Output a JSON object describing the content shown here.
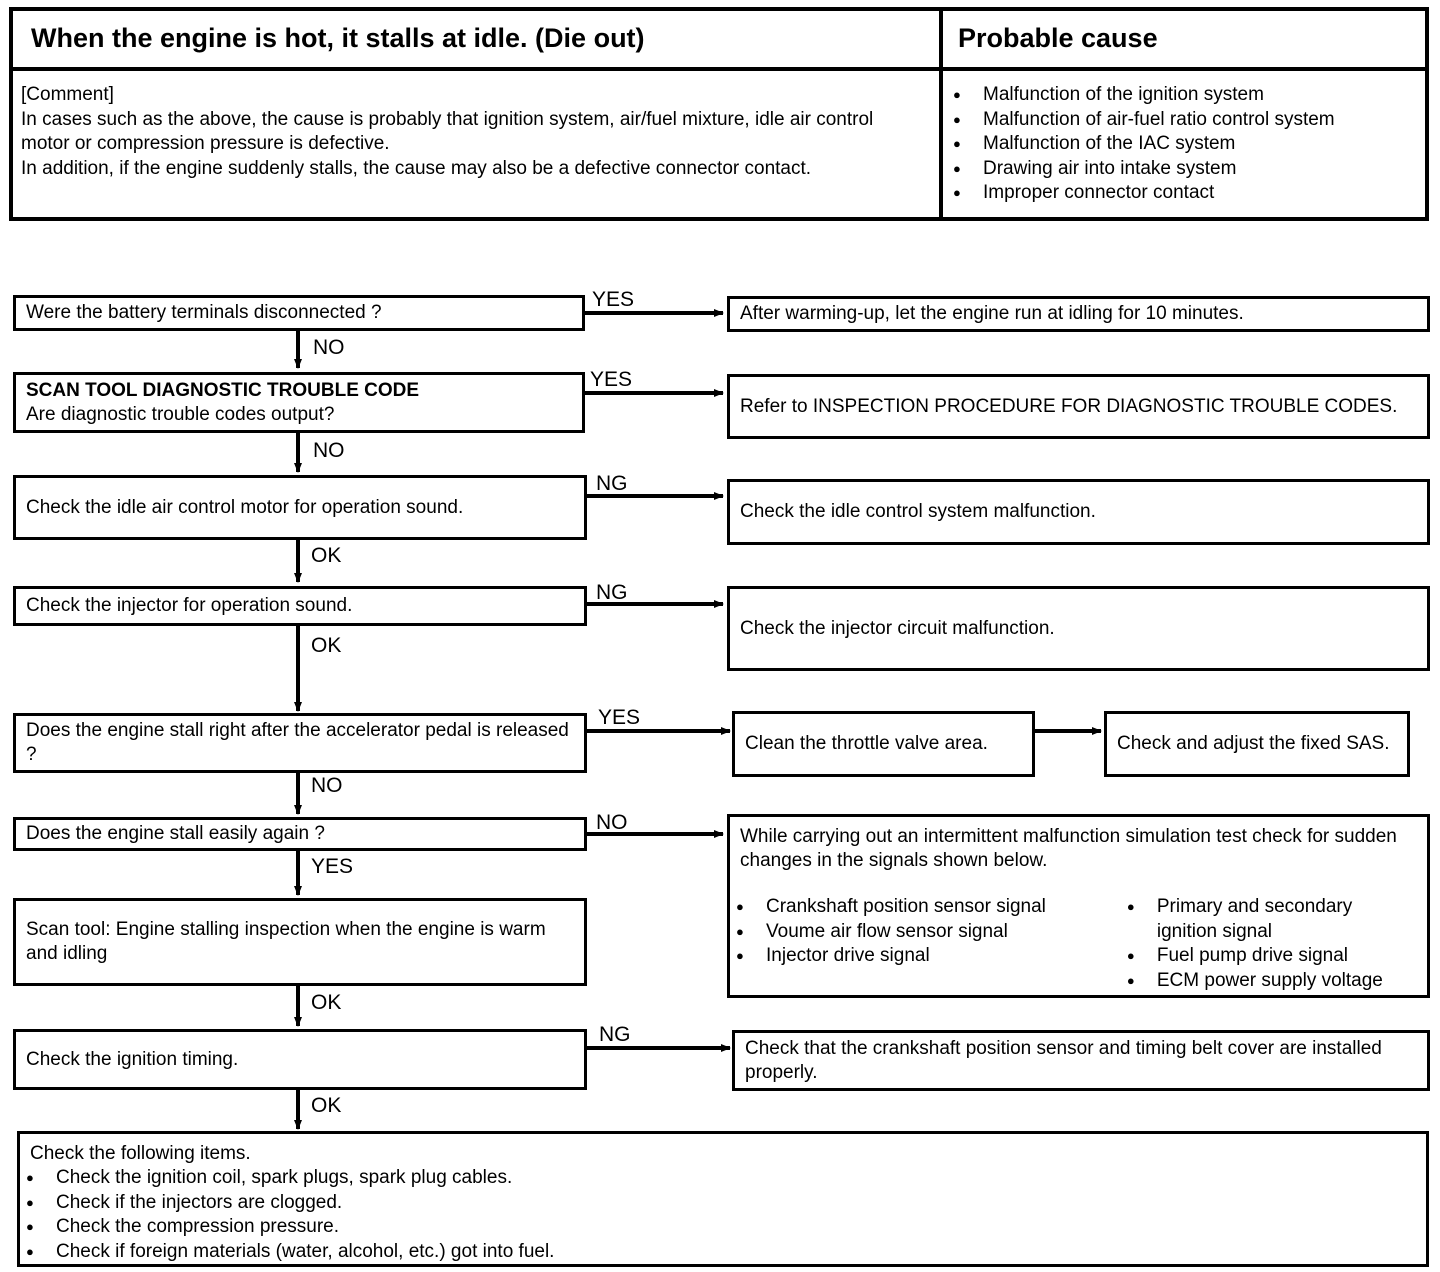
{
  "header": {
    "title": "When the engine is hot, it stalls at idle. (Die out)",
    "cause_title": "Probable cause",
    "comment_label": "[Comment]",
    "comment_text": "In cases such as the above, the cause is probably that ignition system, air/fuel mixture, idle air control motor or compression pressure is defective.",
    "comment_text2": "In addition, if the engine suddenly stalls, the cause may also be a defective connector contact.",
    "causes": [
      "Malfunction of the ignition system",
      "Malfunction of air-fuel ratio control system",
      "Malfunction of the IAC system",
      "Drawing air into intake system",
      "Improper connector contact"
    ]
  },
  "steps": {
    "s1": "Were the battery terminals disconnected ?",
    "s2_title": "SCAN TOOL DIAGNOSTIC TROUBLE CODE",
    "s2_text": "Are diagnostic trouble codes output?",
    "s3": "Check the idle air control motor for operation sound.",
    "s4": "Check the injector for operation sound.",
    "s5": "Does the engine stall right after the accelerator pedal is released ?",
    "s6": "Does the engine stall easily again ?",
    "s7": "Scan tool: Engine stalling inspection when the engine is warm and idling",
    "s8": "Check the ignition timing.",
    "s9_title": "Check the following items.",
    "s9_items": [
      "Check the ignition coil, spark plugs, spark plug cables.",
      "Check if the injectors are clogged.",
      "Check the compression pressure.",
      "Check if foreign materials (water, alcohol, etc.) got into fuel."
    ]
  },
  "results": {
    "r1": "After warming-up, let the engine run at idling for 10 minutes.",
    "r2": "Refer to INSPECTION PROCEDURE FOR DIAGNOSTIC TROUBLE CODES.",
    "r3": "Check the idle control system malfunction.",
    "r4": "Check the injector circuit malfunction.",
    "r5a": "Clean the throttle valve area.",
    "r5b": "Check and adjust the fixed SAS.",
    "r6_text": "While carrying out an intermittent malfunction simulation test check for sudden changes in the signals shown below.",
    "r6_left": [
      "Crankshaft position sensor signal",
      "Voume air flow sensor signal",
      "Injector drive signal"
    ],
    "r6_right": [
      "Primary and secondary ignition signal",
      "Fuel pump drive signal",
      "ECM power supply voltage"
    ],
    "r8": "Check that the crankshaft position sensor and timing belt cover are installed properly."
  },
  "labels": {
    "a1": "YES",
    "d1": "NO",
    "a2": "YES",
    "d2": "NO",
    "a3": "NG",
    "d3": "OK",
    "a4": "NG",
    "d4": "OK",
    "a5": "YES",
    "d5": "NO",
    "a6": "NO",
    "d6": "YES",
    "d7": "OK",
    "a8": "NG",
    "d8": "OK"
  }
}
